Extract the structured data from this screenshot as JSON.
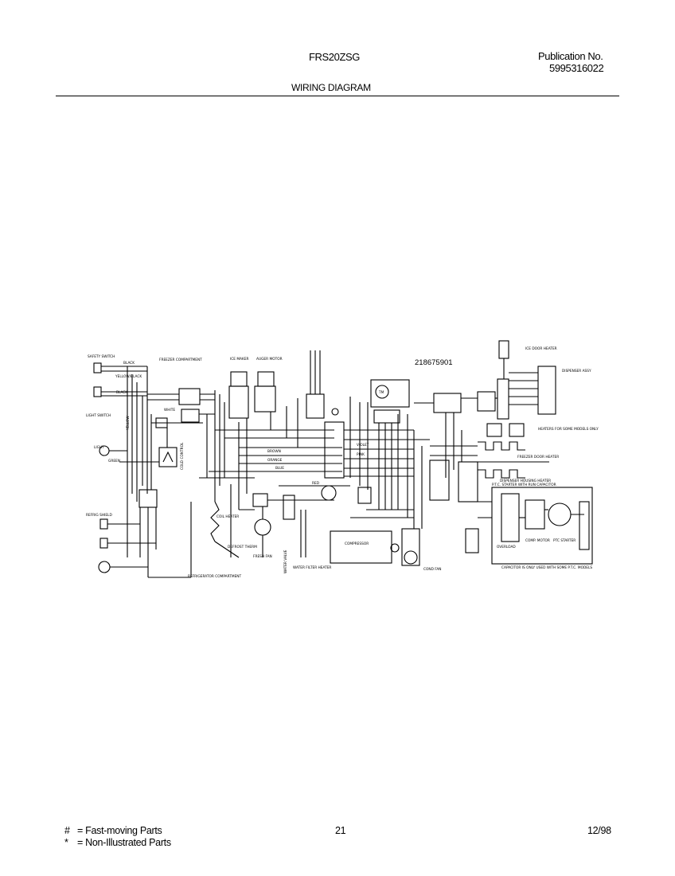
{
  "header": {
    "model": "FRS20ZSG",
    "publication_label": "Publication No.",
    "publication_number": "5995316022",
    "title": "WIRING DIAGRAM"
  },
  "diagram": {
    "part_number": "218675901",
    "labels": {
      "safety_switch": "SAFETY SWITCH",
      "black": "BLACK",
      "yellow_black": "YELLOW/BLACK",
      "freezer_compartment": "FREEZER COMPARTMENT",
      "ice_maker": "ICE MAKER",
      "auger_motor": "AUGER MOTOR",
      "ice_door_heater": "ICE DOOR HEATER",
      "dispenser_assy": "DISPENSER ASSY",
      "light_switch": "LIGHT SWITCH",
      "light": "LIGHT",
      "green": "GREEN",
      "white": "WHITE",
      "yellow": "YELLOW",
      "cold_control": "COLD CONTROL",
      "defrost_timer": "TM",
      "heaters_note": "HEATERS FOR SOME MODELS ONLY",
      "freezer_door_heater": "FREEZER DOOR HEATER",
      "dispenser_housing_heater": "DISPENSER HOUSING HEATER",
      "ptc_starter": "P.T.C. STARTER WITH RUN CAPACITOR",
      "refrig_shield": "REFRIG SHIELD",
      "coil_heater": "COIL HEATER",
      "defrost_therm": "DEFROST THERM",
      "fresh_fan": "FRESH FAN",
      "water_valve": "WATER VALVE",
      "water_filter_heater": "WATER FILTER HEATER",
      "compressor": "COMPRESSOR",
      "cond_fan": "COND FAN",
      "overload": "OVERLOAD",
      "comp_motor": "COMP. MOTOR",
      "ptc_starter_short": "PTC STARTER",
      "capacitor_note": "CAPACITOR IS ONLY USED WITH SOME P.T.C. MODELS",
      "refrigerator_compartment": "REFRIGERATOR COMPARTMENT",
      "brown": "BROWN",
      "orange": "ORANGE",
      "red": "RED",
      "blue": "BLUE",
      "violet": "VIOLET",
      "pink": "PINK"
    }
  },
  "footer": {
    "legend": [
      {
        "symbol": "#",
        "text": "=  Fast-moving Parts"
      },
      {
        "symbol": "*",
        "text": "=  Non-Illustrated Parts"
      }
    ],
    "page_number": "21",
    "date": "12/98"
  }
}
